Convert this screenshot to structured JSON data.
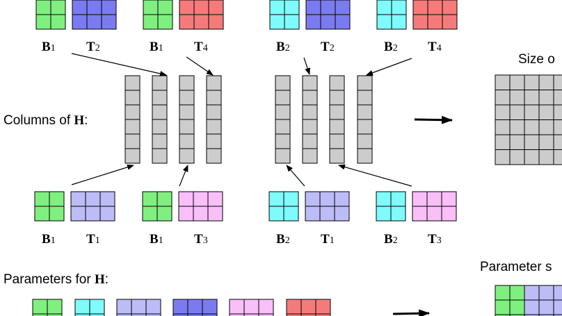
{
  "colors": {
    "green": "#7ff07f",
    "cyan": "#7ffbfb",
    "lavender": "#bcbcf7",
    "blue": "#7b7bf0",
    "pink": "#f9bff9",
    "red": "#f57b7b",
    "gray": "#cccccc",
    "stroke": "#000000"
  },
  "labels": {
    "columns_of": "Columns of ",
    "parameters_for": "Parameters for ",
    "H": "H",
    "colon": ":",
    "size_of": "Size o",
    "parameter_s": "Parameter s"
  },
  "block_labels": {
    "top": [
      {
        "letter": "B",
        "sub": "1"
      },
      {
        "letter": "T",
        "sub": "2"
      },
      {
        "letter": "B",
        "sub": "1"
      },
      {
        "letter": "T",
        "sub": "4"
      },
      {
        "letter": "B",
        "sub": "2"
      },
      {
        "letter": "T",
        "sub": "2"
      },
      {
        "letter": "B",
        "sub": "2"
      },
      {
        "letter": "T",
        "sub": "4"
      }
    ],
    "bottom": [
      {
        "letter": "B",
        "sub": "1"
      },
      {
        "letter": "T",
        "sub": "1"
      },
      {
        "letter": "B",
        "sub": "1"
      },
      {
        "letter": "T",
        "sub": "3"
      },
      {
        "letter": "B",
        "sub": "2"
      },
      {
        "letter": "T",
        "sub": "1"
      },
      {
        "letter": "B",
        "sub": "2"
      },
      {
        "letter": "T",
        "sub": "3"
      }
    ]
  }
}
